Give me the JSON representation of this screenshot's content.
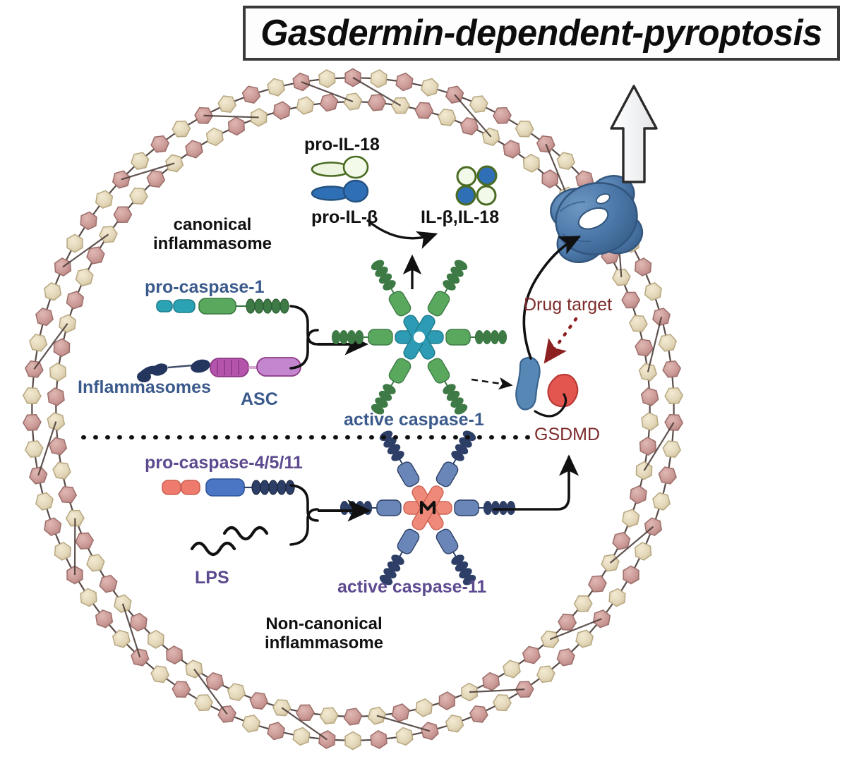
{
  "figure": {
    "title": "Gasdermin-dependent-pyroptosis",
    "type": "biological-pathway-diagram",
    "subject": "Gasdermin-dependent pyroptosis: canonical and non-canonical inflammasome pathways"
  },
  "labels": {
    "pro_il18": "pro-IL-18",
    "pro_il_beta": "pro-IL-β",
    "mature_cytokines": "IL-β,IL-18",
    "canonical_line1": "canonical",
    "canonical_line2": "inflammasome",
    "pro_caspase_1": "pro-caspase-1",
    "inflammasomes": "Inflammasomes",
    "asc": "ASC",
    "active_caspase_1": "active caspase-1",
    "pro_caspase_4511": "pro-caspase-4/5/11",
    "lps": "LPS",
    "active_caspase_11": "active caspase-11",
    "noncanonical_line1": "Non-canonical",
    "noncanonical_line2": "inflammasome",
    "drug_target": "Drug target",
    "gsdmd": "GSDMD"
  },
  "icons": {
    "upward_outlined_arrow": "release-arrow-icon",
    "gsdmd_pore": "gsdmd-pore-icon",
    "membrane_bilayer": "plasma-membrane-icon",
    "dotted_divider": "pathway-divider-icon",
    "drug_arrow": "drug-target-arrow-icon",
    "lps_squiggle": "lps-icon"
  },
  "colors": {
    "title_text": "#0d0d0d",
    "title_border": "#3a3a3a",
    "membrane_rose": "#cb9a97",
    "membrane_cream": "#e3d7b9",
    "membrane_link": "#4a3c38",
    "caspase1_label": "#3b5a8c",
    "caspase11_label": "#5d4a8f",
    "drug_target_label": "#7d2b2b",
    "gsdmd_label": "#7d2b2b",
    "pore_blue": "#4a76a8",
    "gsdmd_n_blue": "#5687b5",
    "gsdmd_c_red": "#e3564f",
    "caspase1_hub": "#2e9bb5",
    "caspase1_arm": "#5aa85e",
    "caspase1_arm_dark": "#3d7a45",
    "caspase11_hub": "#ef8a7a",
    "caspase11_arm": "#6a86b8",
    "caspase11_arm_dark": "#2d3f66",
    "asc_pyd": "#b554ab",
    "asc_card": "#c487cf",
    "nlr_navy": "#24365e",
    "procaspase1_card": "#2ba3b5",
    "procaspase1_p20": "#5aa85e",
    "procaspase4_card": "#ef7b6e",
    "procaspase4_p20": "#4a76c4",
    "il18_fill": "#eef6e2",
    "il18_stroke": "#4a6b22",
    "ilb_fill": "#2f6fb5",
    "arrow_black": "#111111"
  },
  "pathways": {
    "canonical": {
      "name": "canonical inflammasome",
      "inputs": [
        "pro-caspase-1",
        "Inflammasomes",
        "ASC"
      ],
      "output": "active caspase-1",
      "downstream": [
        "pro-IL-18",
        "pro-IL-β",
        "IL-β,IL-18",
        "GSDMD"
      ]
    },
    "non_canonical": {
      "name": "Non-canonical inflammasome",
      "inputs": [
        "pro-caspase-4/5/11",
        "LPS"
      ],
      "output": "active caspase-11",
      "downstream": [
        "GSDMD"
      ]
    }
  }
}
